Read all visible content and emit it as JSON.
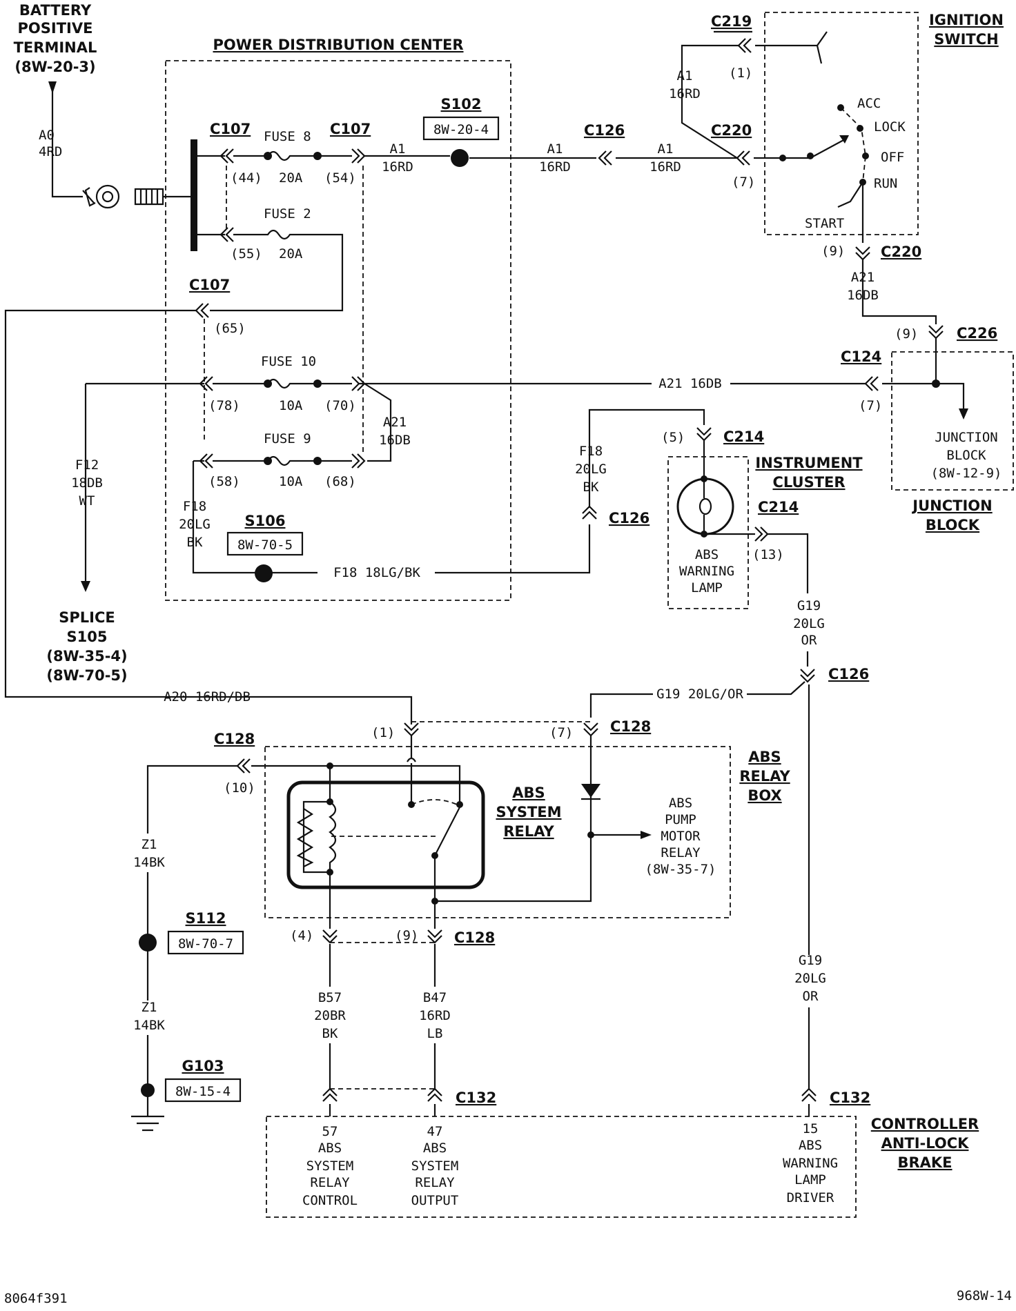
{
  "battery": {
    "l1": "BATTERY",
    "l2": "POSITIVE",
    "l3": "TERMINAL",
    "l4": "(8W-20-3)",
    "wire_code": "A0",
    "wire_spec": "4RD"
  },
  "pdc": {
    "title": "POWER DISTRIBUTION CENTER"
  },
  "c107": {
    "name": "C107"
  },
  "fuse8": {
    "label": "FUSE 8",
    "rating": "20A",
    "pin_in": "(44)",
    "pin_out": "(54)"
  },
  "fuse2": {
    "label": "FUSE 2",
    "rating": "20A",
    "pin_in": "(55)"
  },
  "pin65": "(65)",
  "fuse10": {
    "label": "FUSE 10",
    "rating": "10A",
    "pin_in": "(78)",
    "pin_out": "(70)"
  },
  "fuse9": {
    "label": "FUSE 9",
    "rating": "10A",
    "pin_in": "(58)",
    "pin_out": "(68)"
  },
  "s102": {
    "name": "S102",
    "ref": "8W-20-4"
  },
  "s106": {
    "name": "S106",
    "ref": "8W-70-5"
  },
  "wires": {
    "a1_code": "A1",
    "a1_spec": "16RD",
    "a21_code": "A21",
    "a21_spec": "16DB",
    "a21_full": "A21 16DB",
    "f12_code": "F12",
    "f12_spec1": "18DB",
    "f12_spec2": "WT",
    "f18_code": "F18",
    "f18_spec1": "20LG",
    "f18_spec2": "BK",
    "f18_full": "F18 18LG/BK",
    "a20_full": "A20 16RD/DB",
    "g19_code": "G19",
    "g19_spec1": "20LG",
    "g19_spec2": "OR",
    "g19_full": "G19 20LG/OR",
    "z1_code": "Z1",
    "z1_spec": "14BK",
    "b57_code": "B57",
    "b57_spec1": "20BR",
    "b57_spec2": "BK",
    "b47_code": "B47",
    "b47_spec1": "16RD",
    "b47_spec2": "LB"
  },
  "connectors": {
    "c219": "C219",
    "c220": "C220",
    "c126": "C126",
    "c226": "C226",
    "c124": "C124",
    "c214": "C214",
    "c128": "C128",
    "c132": "C132"
  },
  "pins": {
    "p1": "(1)",
    "p7": "(7)",
    "p9": "(9)",
    "p5": "(5)",
    "p13": "(13)",
    "p10": "(10)",
    "p4": "(4)"
  },
  "ignition": {
    "title1": "IGNITION",
    "title2": "SWITCH",
    "acc": "ACC",
    "lock": "LOCK",
    "off": "OFF",
    "run": "RUN",
    "start": "START"
  },
  "junction": {
    "inner1": "JUNCTION",
    "inner2": "BLOCK",
    "inner3": "(8W-12-9)",
    "title1": "JUNCTION",
    "title2": "BLOCK"
  },
  "cluster": {
    "title1": "INSTRUMENT",
    "title2": "CLUSTER",
    "lamp1": "ABS",
    "lamp2": "WARNING",
    "lamp3": "LAMP"
  },
  "splice105": {
    "l1": "SPLICE",
    "l2": "S105",
    "l3": "(8W-35-4)",
    "l4": "(8W-70-5)"
  },
  "relaybox": {
    "title1": "ABS",
    "title2": "RELAY",
    "title3": "BOX",
    "relay1": "ABS",
    "relay2": "SYSTEM",
    "relay3": "RELAY"
  },
  "pump": {
    "l1": "ABS",
    "l2": "PUMP",
    "l3": "MOTOR",
    "l4": "RELAY",
    "l5": "(8W-35-7)"
  },
  "s112": {
    "name": "S112",
    "ref": "8W-70-7"
  },
  "g103": {
    "name": "G103",
    "ref": "8W-15-4"
  },
  "controller": {
    "title1": "CONTROLLER",
    "title2": "ANTI-LOCK",
    "title3": "BRAKE",
    "p57": [
      "57",
      "ABS",
      "SYSTEM",
      "RELAY",
      "CONTROL"
    ],
    "p47": [
      "47",
      "ABS",
      "SYSTEM",
      "RELAY",
      "OUTPUT"
    ],
    "p15": [
      "15",
      "ABS",
      "WARNING",
      "LAMP",
      "DRIVER"
    ]
  },
  "footer": {
    "left": "8064f391",
    "right": "968W-14"
  }
}
